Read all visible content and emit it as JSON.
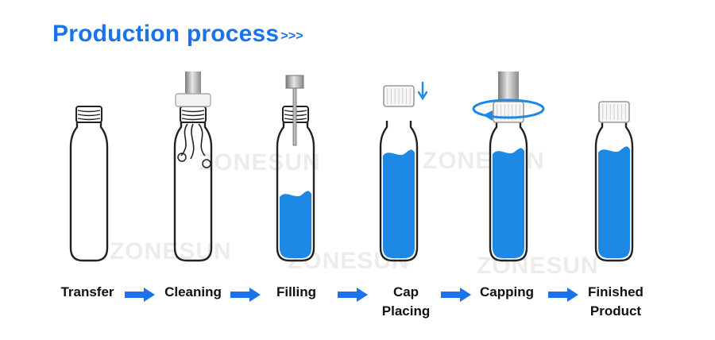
{
  "title": {
    "text": "Production process",
    "chevrons": ">>>"
  },
  "watermark": "ZONESUN",
  "colors": {
    "accent": "#1a73e8",
    "liquid": "#1e88e5",
    "outline": "#222222",
    "machine": "#9e9e9e"
  },
  "steps": [
    {
      "label": "Transfer"
    },
    {
      "label": "Cleaning"
    },
    {
      "label": "Filling"
    },
    {
      "label": "Cap Placing"
    },
    {
      "label": "Capping"
    },
    {
      "label": "Finished Product"
    }
  ],
  "arrow_icon": "right-arrow-icon"
}
